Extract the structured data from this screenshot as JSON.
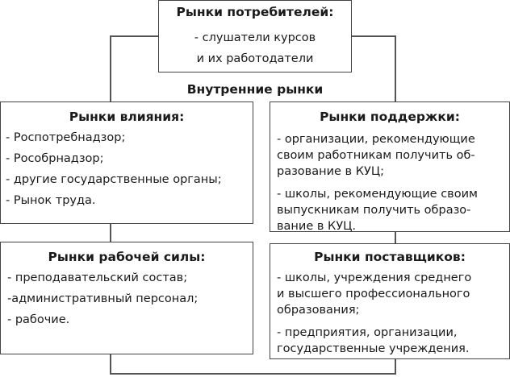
{
  "consumers": {
    "title": "Рынки потребителей:",
    "lines": [
      "- слушатели курсов",
      "и их работодатели"
    ]
  },
  "internal_label": "Внутренние рынки",
  "influence": {
    "title": "Рынки влияния:",
    "lines": [
      "- Роспотребнадзор;",
      "- Рособрнадзор;",
      "- другие государственные органы;",
      "- Рынок труда."
    ]
  },
  "support": {
    "title": "Рынки поддержки:",
    "item1": [
      "- организации, рекомендующие",
      "своим работникам получить об-",
      "разование в КУЦ;"
    ],
    "item2": [
      "- школы, рекомендующие своим",
      "выпускникам  получить образо-",
      "вание в КУЦ."
    ]
  },
  "workforce": {
    "title": "Рынки рабочей силы:",
    "lines": [
      "- преподавательский состав;",
      "-административный персонал;",
      "- рабочие."
    ]
  },
  "suppliers": {
    "title": "Рынки поставщиков:",
    "item1": [
      "- школы, учреждения среднего",
      "и высшего профессионального",
      "образования;"
    ],
    "item2": [
      "-  предприятия,  организации,",
      "государственные учреждения."
    ]
  }
}
